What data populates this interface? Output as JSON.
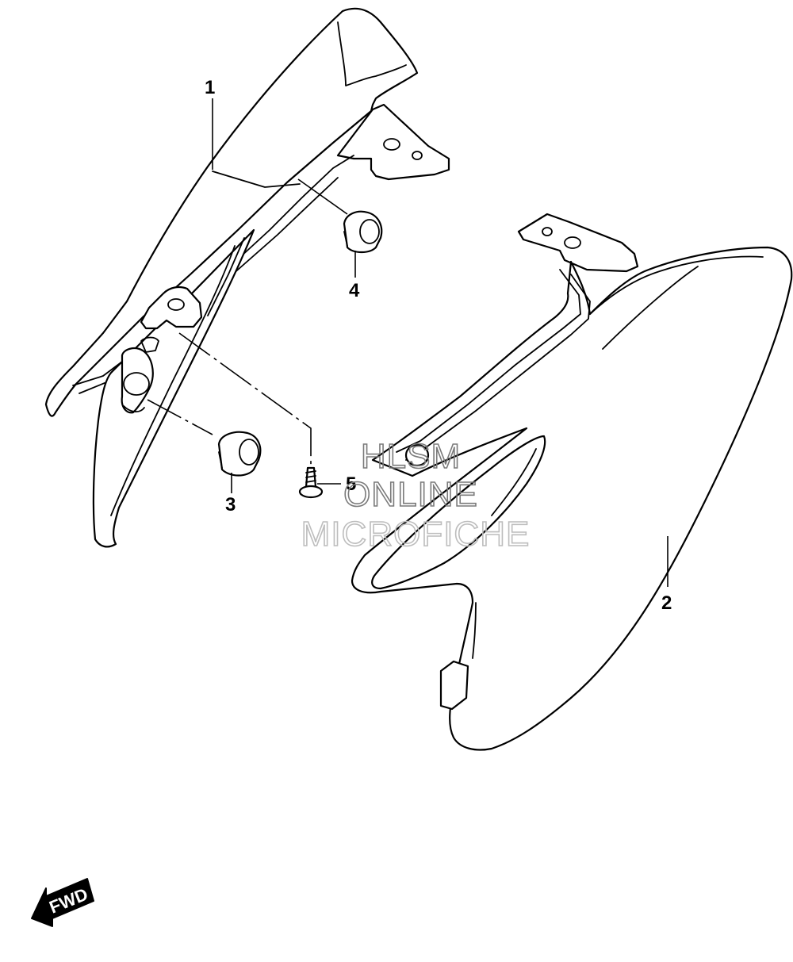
{
  "callouts": [
    {
      "id": "1",
      "label": "1"
    },
    {
      "id": "2",
      "label": "2"
    },
    {
      "id": "3",
      "label": "3"
    },
    {
      "id": "4",
      "label": "4"
    },
    {
      "id": "5",
      "label": "5"
    }
  ],
  "watermark": {
    "line1": "HLSM",
    "line2": "ONLINE",
    "line3": "MICROFICHE"
  },
  "direction_indicator": {
    "label": "FWD",
    "icon": "forward-arrow-icon"
  }
}
